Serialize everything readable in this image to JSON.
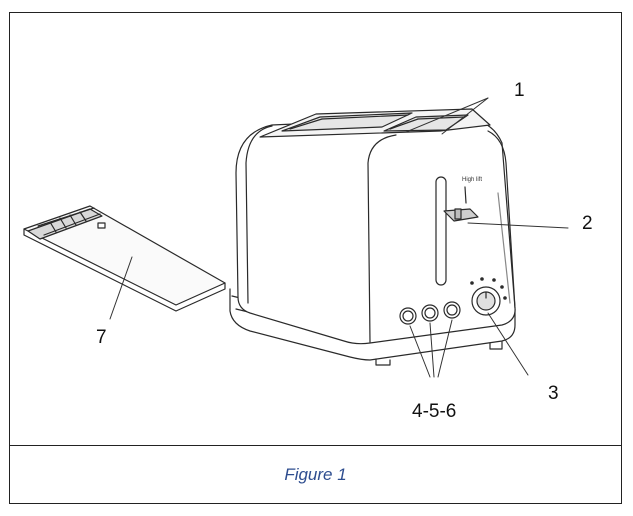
{
  "callouts": {
    "c1": "1",
    "c2": "2",
    "c3": "3",
    "c456": "4-5-6",
    "c7": "7"
  },
  "caption": "Figure 1",
  "colors": {
    "line": "#222222",
    "caption": "#2e4d8f"
  }
}
